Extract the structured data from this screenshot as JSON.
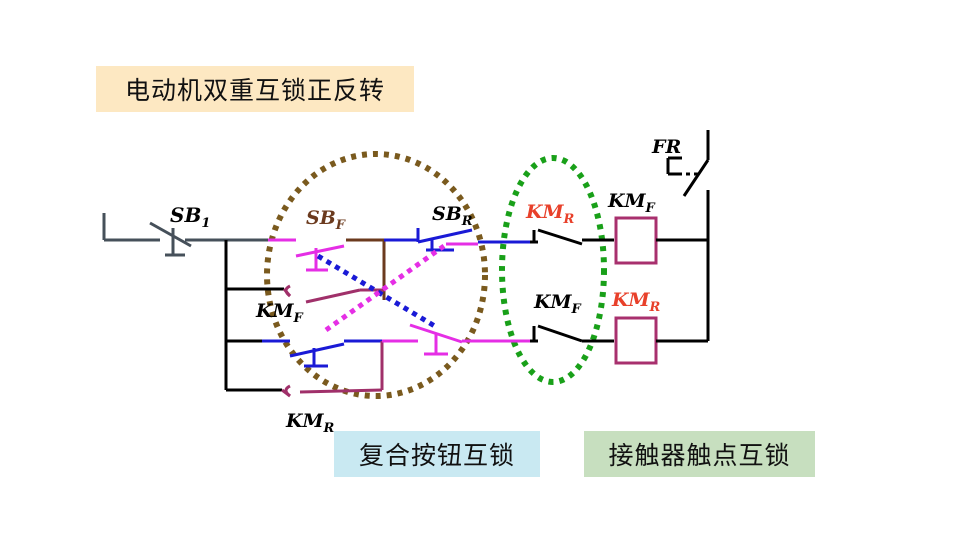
{
  "title": "电动机双重互锁正反转",
  "labels": {
    "compound_interlock": "复合按钮互锁",
    "contactor_interlock": "接触器触点互锁"
  },
  "components": {
    "sb1": {
      "base": "SB",
      "sub": "1"
    },
    "sbf": {
      "base": "SB",
      "sub": "F"
    },
    "sbr": {
      "base": "SB",
      "sub": "R"
    },
    "kmf_holding": {
      "base": "KM",
      "sub": "F"
    },
    "kmr_holding": {
      "base": "KM",
      "sub": "R"
    },
    "kmr_interlock": {
      "base": "KM",
      "sub": "R"
    },
    "kmf_interlock": {
      "base": "KM",
      "sub": "F"
    },
    "kmf_coil": {
      "base": "KM",
      "sub": "F"
    },
    "kmr_coil": {
      "base": "KM",
      "sub": "R"
    },
    "fr": {
      "base": "FR",
      "sub": ""
    }
  },
  "colors": {
    "title_bg": "#fde8c2",
    "compound_bg": "#c9e9f2",
    "contactor_bg": "#c7dfbf",
    "wire_gray": "#46505a",
    "wire_black": "#000000",
    "blue": "#1a1ad6",
    "magenta": "#e52ee5",
    "maroon": "#a0306a",
    "brown": "#6b3a1e",
    "ellipse_brown": "#7a5a1e",
    "ellipse_green": "#19a019",
    "red_label": "#e8402a",
    "coil": "#a8306e"
  }
}
